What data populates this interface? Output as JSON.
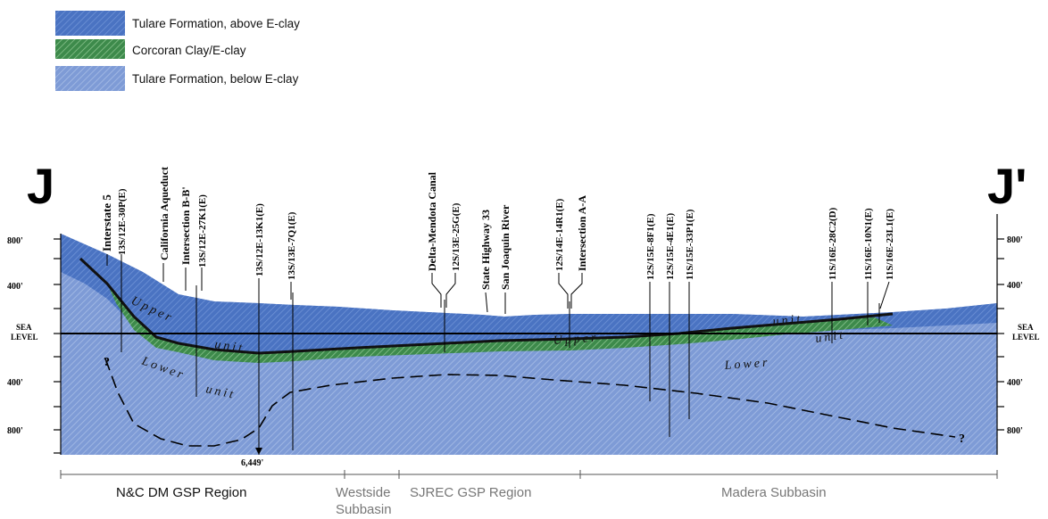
{
  "legend": [
    {
      "label": "Tulare Formation, above E-clay",
      "color": "#4a73c2",
      "hatch": "#6f93d6"
    },
    {
      "label": "Corcoran Clay/E-clay",
      "color": "#3d8a4b",
      "hatch": "#8ac48e"
    },
    {
      "label": "Tulare Formation, below E-clay",
      "color": "#7e9bd6",
      "hatch": "#a7bde6"
    }
  ],
  "section": {
    "left_label": "J",
    "right_label": "J'"
  },
  "elevation_axis": {
    "left_ticks": [
      "800'",
      "400'",
      "SEA",
      "LEVEL",
      "400'",
      "800'"
    ],
    "right_ticks": [
      "800'",
      "400'",
      "SEA",
      "LEVEL",
      "400'",
      "800'"
    ]
  },
  "well_labels": [
    "Interstate 5",
    "13S/12E-30P(E)",
    "California Aqueduct",
    "Intersection B-B'",
    "13S/12E-27K1(E)",
    "13S/12E-13K1(E)",
    "13S/13E-7Q1(E)",
    "Delta-Mendota Canal",
    "12S/13E-25G(E)",
    "State Highway 33",
    "San Joaquin River",
    "12S/14E-14R1(E)",
    "Intersection A-A",
    "12S/15E-8F1(E)",
    "12S/15E-4E1(E)",
    "11S/15E-33P1(E)",
    "11S/16E-28C2(D)",
    "11S/16E-10N1(E)",
    "11S/16E-23L1(E)"
  ],
  "unit_labels": [
    "Upper",
    "unit",
    "Lower",
    "unit",
    "Upper",
    "unit",
    "Lower",
    "unit"
  ],
  "annotations": {
    "depth": "6,449'",
    "query_left": "?",
    "query_right": "?"
  },
  "regions": [
    "N&C DM GSP Region",
    "Westside",
    "Subbasin",
    "SJREC GSP Region",
    "Madera Subbasin"
  ]
}
